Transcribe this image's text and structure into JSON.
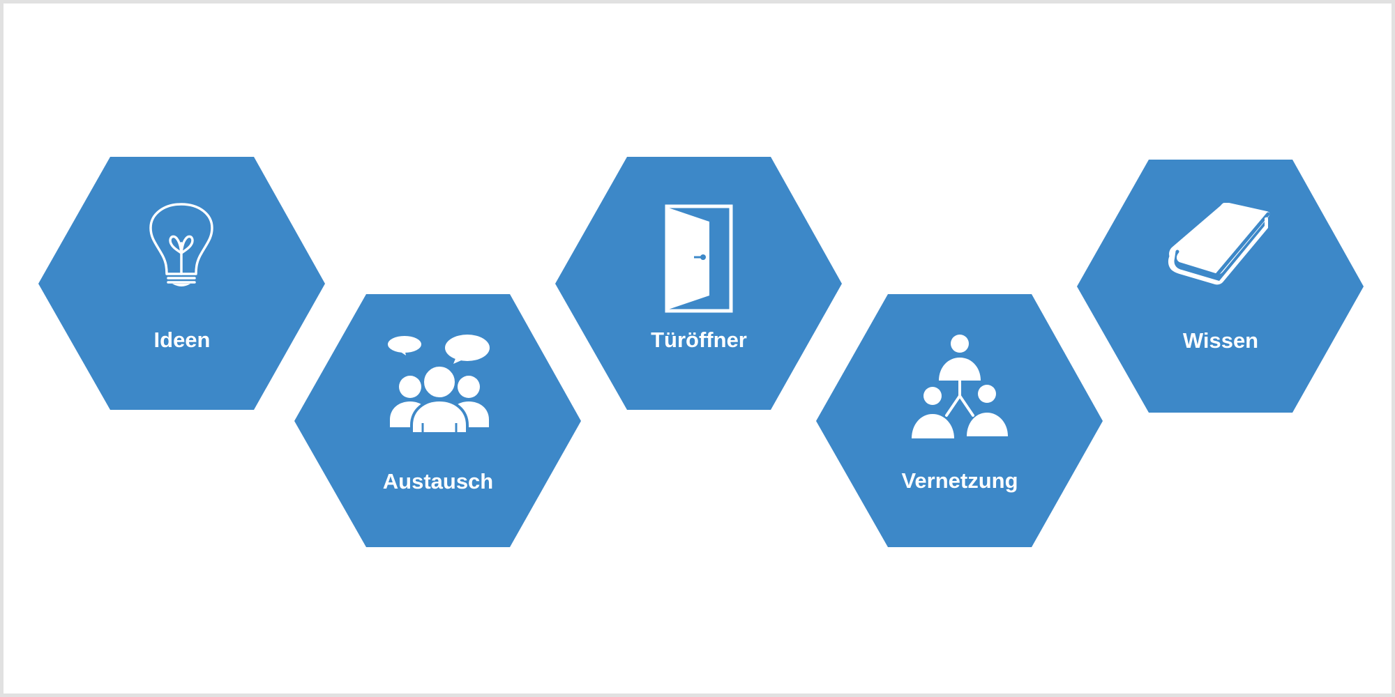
{
  "colors": {
    "hexagon_fill": "#3d88c8",
    "icon_and_text": "#ffffff",
    "frame_border": "#e1e1e1"
  },
  "hexagons": [
    {
      "label": "Ideen",
      "icon": "lightbulb-icon"
    },
    {
      "label": "Austausch",
      "icon": "people-chat-icon"
    },
    {
      "label": "Türöffner",
      "icon": "open-door-icon"
    },
    {
      "label": "Vernetzung",
      "icon": "network-people-icon"
    },
    {
      "label": "Wissen",
      "icon": "book-icon"
    }
  ]
}
